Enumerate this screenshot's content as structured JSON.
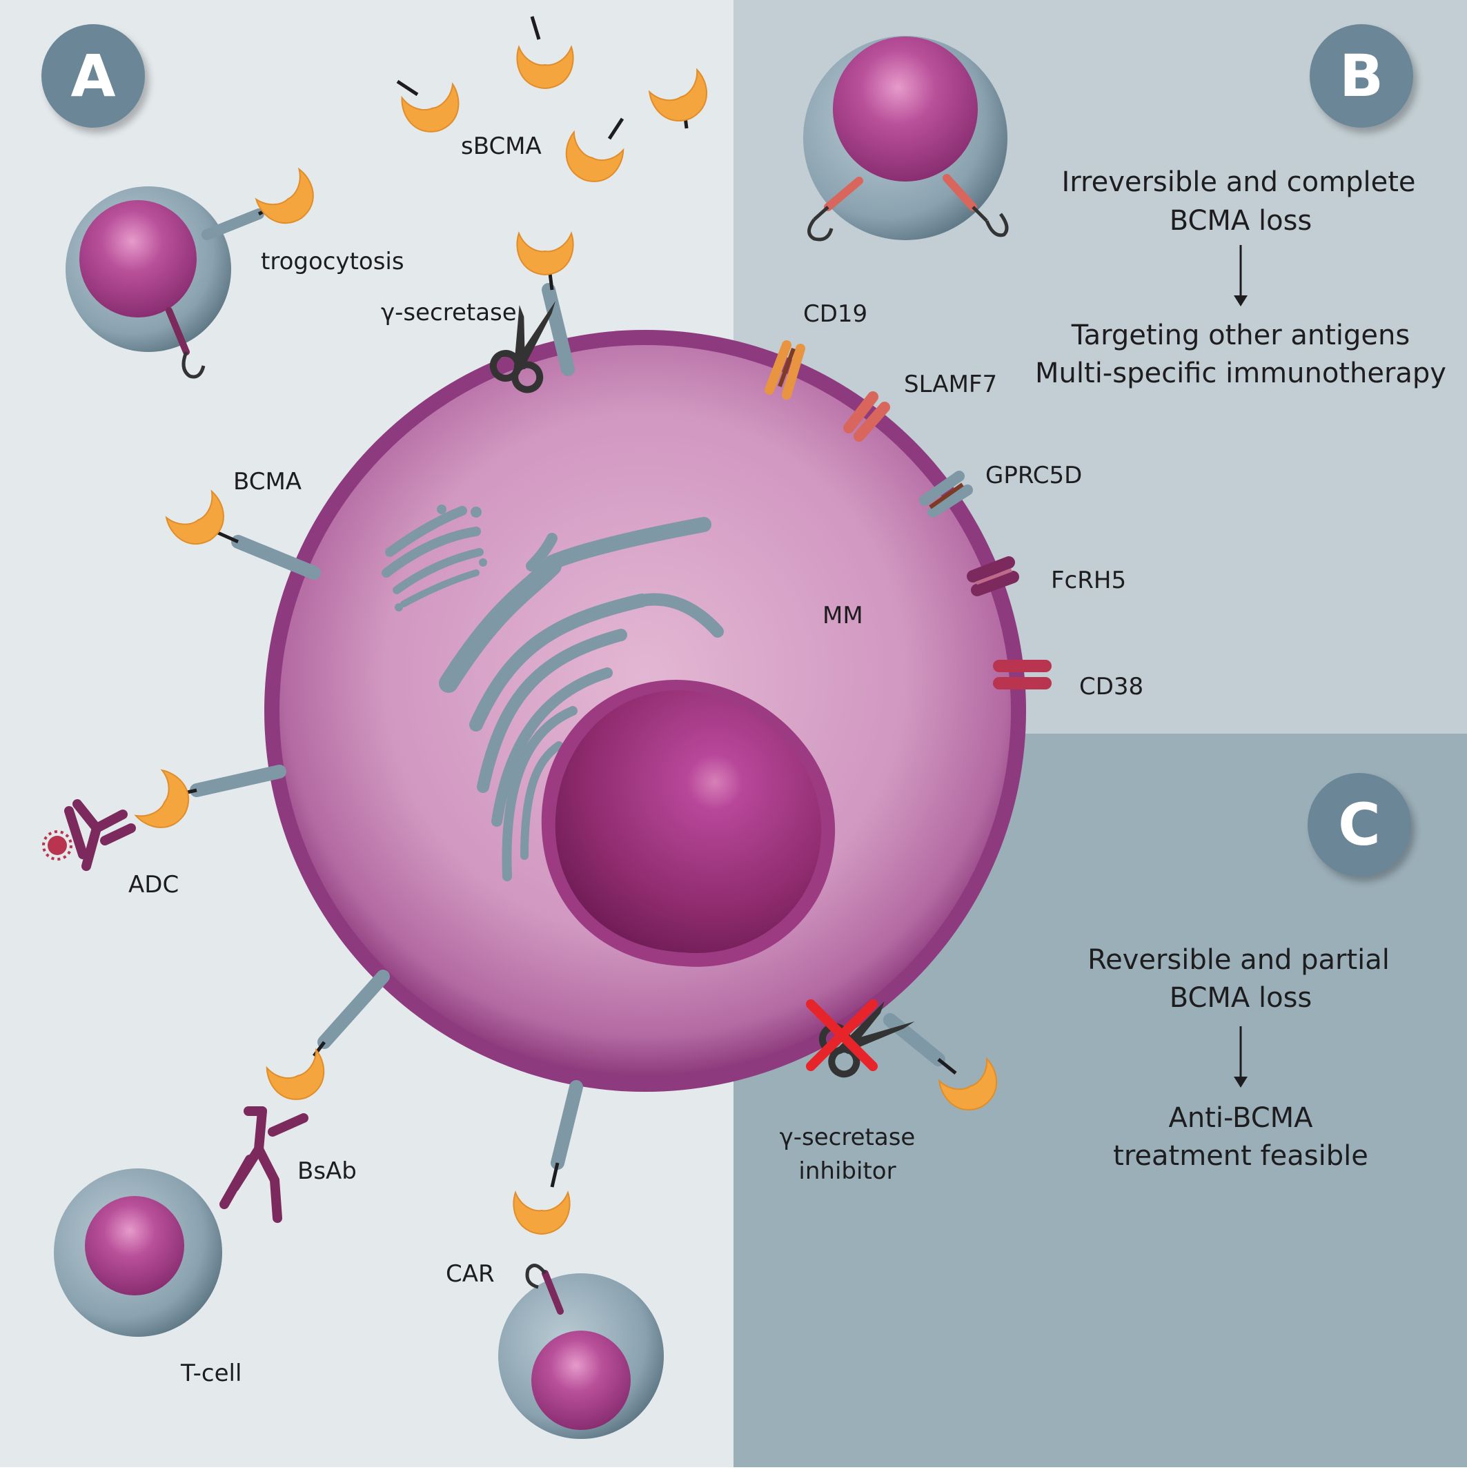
{
  "panels": {
    "a": {
      "badge": "A"
    },
    "b": {
      "badge": "B",
      "line1": "Irreversible and complete",
      "line2": "BCMA loss",
      "line3": "Targeting other antigens",
      "line4": "Multi-specific immunotherapy"
    },
    "c": {
      "badge": "C",
      "line1": "Reversible and partial",
      "line2": "BCMA loss",
      "line3": "Anti-BCMA",
      "line4": "treatment feasible"
    }
  },
  "labels": {
    "sbcma": "sBCMA",
    "trogocytosis": "trogocytosis",
    "gamma_secretase": "γ-secretase",
    "bcma": "BCMA",
    "adc": "ADC",
    "bsab": "BsAb",
    "tcell": "T-cell",
    "car": "CAR",
    "mm": "MM",
    "gsi_line1": "γ-secretase",
    "gsi_line2": "inhibitor"
  },
  "antigens": [
    "CD19",
    "SLAMF7",
    "GPRC5D",
    "FcRH5",
    "CD38"
  ],
  "colors": {
    "panel_a_bg": "#e4e9ec",
    "panel_b_bg": "#c2ced3",
    "panel_c_bg": "#9bafb9",
    "bcma_ligand": "#f5a53d",
    "bcma_stalk": "#7f98a6",
    "mm_cell": "#9b3f87",
    "nucleus": "#8e2b6d",
    "cross": "#e8242b"
  }
}
